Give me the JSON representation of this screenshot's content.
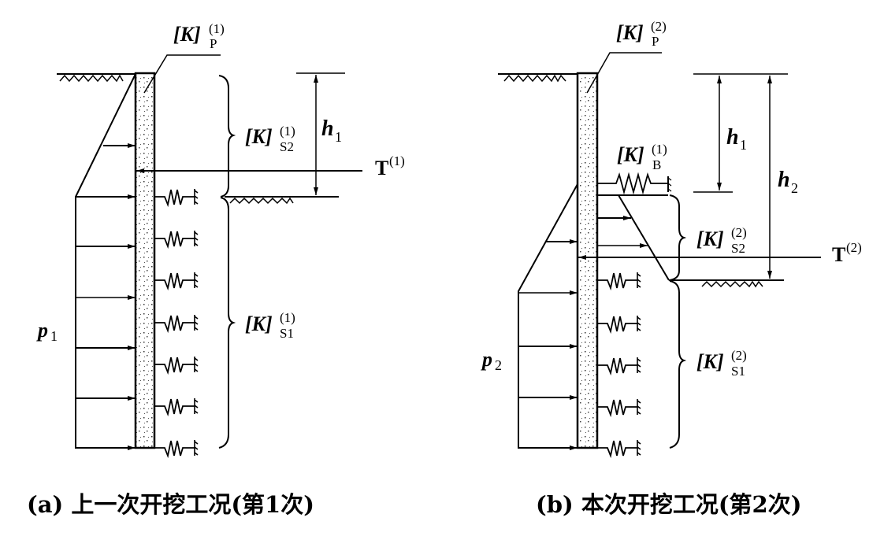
{
  "panels": [
    {
      "id": "a",
      "caption": "(a) 上一次开挖工况(第1次)",
      "labels": {
        "kp": {
          "base": "[K]",
          "sub": "P",
          "sup": "(1)"
        },
        "ks2": {
          "base": "[K]",
          "sub": "S2",
          "sup": "(1)"
        },
        "ks1": {
          "base": "[K]",
          "sub": "S1",
          "sup": "(1)"
        },
        "h1": {
          "base": "h",
          "sub": "1"
        },
        "t": {
          "base": "T",
          "sup": "(1)"
        },
        "p": {
          "base": "p",
          "sub": "1"
        }
      }
    },
    {
      "id": "b",
      "caption": "(b) 本次开挖工况(第2次)",
      "labels": {
        "kp": {
          "base": "[K]",
          "sub": "P",
          "sup": "(2)"
        },
        "kb": {
          "base": "[K]",
          "sub": "B",
          "sup": "(1)"
        },
        "ks2": {
          "base": "[K]",
          "sub": "S2",
          "sup": "(2)"
        },
        "ks1": {
          "base": "[K]",
          "sub": "S1",
          "sup": "(2)"
        },
        "h1": {
          "base": "h",
          "sub": "1"
        },
        "h2": {
          "base": "h",
          "sub": "2"
        },
        "t": {
          "base": "T",
          "sup": "(2)"
        },
        "p": {
          "base": "p",
          "sub": "2"
        }
      }
    }
  ]
}
